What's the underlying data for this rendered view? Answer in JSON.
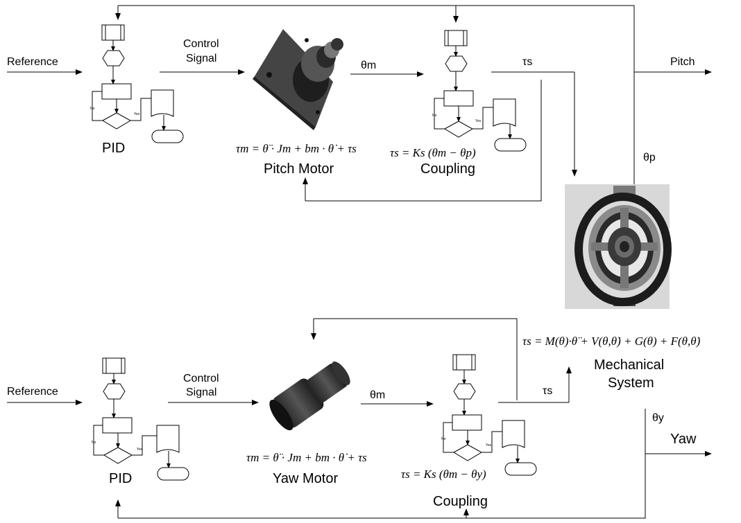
{
  "top_loop": {
    "reference": "Reference",
    "control_signal_line1": "Control",
    "control_signal_line2": "Signal",
    "pid_label": "PID",
    "theta_m": "θm",
    "tau_s": "τs",
    "motor_label": "Pitch Motor",
    "motor_equation": "τm = θ̈ · Jm + bm · θ̇ + τs",
    "coupling_label": "Coupling",
    "coupling_equation": "τs = Ks (θm − θp)",
    "output_label": "Pitch",
    "theta_out": "θp"
  },
  "bottom_loop": {
    "reference": "Reference",
    "control_signal_line1": "Control",
    "control_signal_line2": "Signal",
    "pid_label": "PID",
    "theta_m": "θm",
    "tau_s": "τs",
    "motor_label": "Yaw Motor",
    "motor_equation": "τm = θ̈ · Jm + bm · θ̇ + τs",
    "coupling_label": "Coupling",
    "coupling_equation": "τs = Ks (θm − θy)",
    "output_label": "Yaw",
    "theta_out": "θy"
  },
  "mechanical": {
    "label_line1": "Mechanical",
    "label_line2": "System",
    "equation": "τs = M(θ)·θ̈ + V(θ,θ̇) + G(θ) + F(θ,θ̇)"
  },
  "flowchart": {
    "yes": "Yes",
    "no": "No"
  }
}
